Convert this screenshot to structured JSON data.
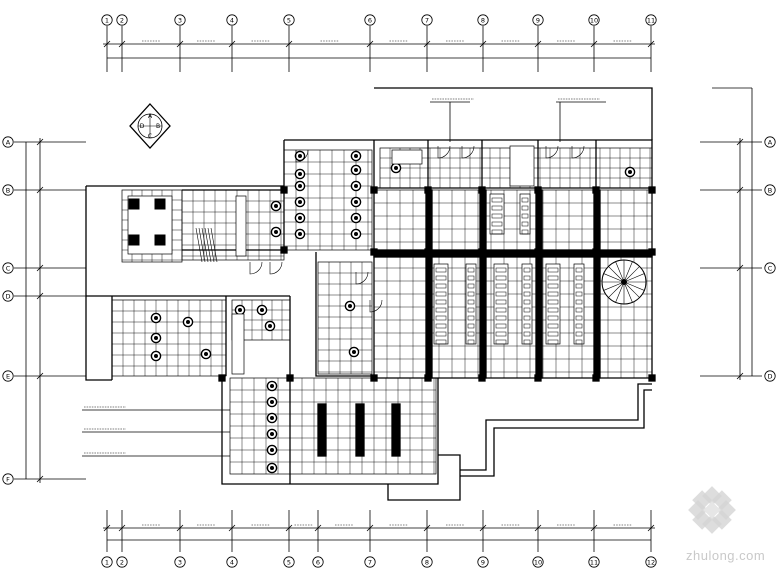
{
  "drawing": {
    "type": "architectural floor plan",
    "line_color": "#000000",
    "background": "#ffffff",
    "north_compass": {
      "letters": [
        "A",
        "B",
        "C",
        "D"
      ]
    }
  },
  "axes": {
    "top": [
      "1",
      "2",
      "3",
      "4",
      "5",
      "6",
      "7",
      "8",
      "9",
      "10",
      "11"
    ],
    "bottom": [
      "1",
      "2",
      "3",
      "4",
      "5",
      "6",
      "7",
      "8",
      "9",
      "10",
      "11",
      "12"
    ],
    "left": [
      "A",
      "B",
      "C",
      "D",
      "E",
      "F"
    ],
    "right": [
      "A",
      "B",
      "C",
      "D"
    ]
  },
  "watermark": {
    "text": "zhulong.com",
    "color": "#c9c9c9"
  }
}
